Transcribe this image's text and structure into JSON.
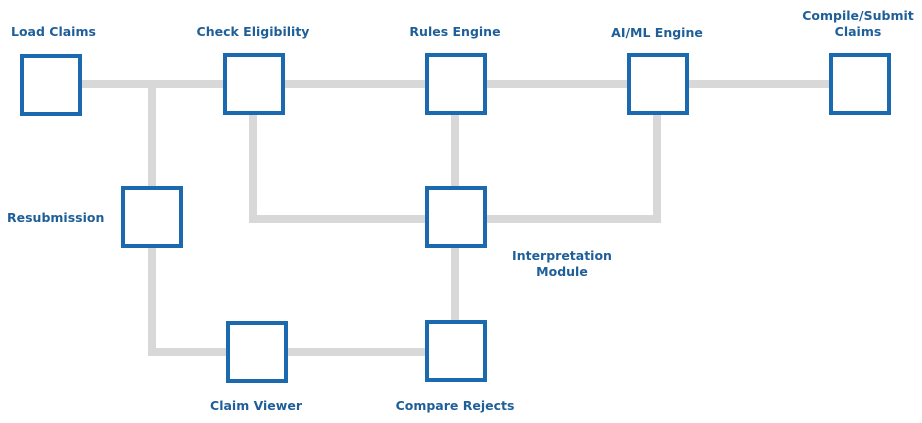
{
  "colors": {
    "node_border": "#1b6aaf",
    "connector": "#d8d8d8",
    "label_text": "#1f5f99"
  },
  "nodes": {
    "load_claims": {
      "label": "Load Claims"
    },
    "check_eligibility": {
      "label": "Check Eligibility"
    },
    "rules_engine": {
      "label": "Rules Engine"
    },
    "ai_ml_engine": {
      "label": "AI/ML Engine"
    },
    "compile_submit": {
      "label_line1": "Compile/Submit",
      "label_line2": "Claims"
    },
    "resubmission": {
      "label": "Resubmission"
    },
    "interpretation": {
      "label_line1": "Interpretation",
      "label_line2": "Module"
    },
    "claim_viewer": {
      "label": "Claim Viewer"
    },
    "compare_rejects": {
      "label": "Compare Rejects"
    }
  },
  "edges": [
    {
      "from": "Load Claims",
      "to": "Check Eligibility"
    },
    {
      "from": "Check Eligibility",
      "to": "Rules Engine"
    },
    {
      "from": "Rules Engine",
      "to": "AI/ML Engine"
    },
    {
      "from": "AI/ML Engine",
      "to": "Compile/Submit Claims"
    },
    {
      "from": "Load Claims",
      "to": "Resubmission"
    },
    {
      "from": "Check Eligibility",
      "to": "Interpretation Module"
    },
    {
      "from": "Rules Engine",
      "to": "Interpretation Module"
    },
    {
      "from": "AI/ML Engine",
      "to": "Interpretation Module"
    },
    {
      "from": "Interpretation Module",
      "to": "Compare Rejects"
    },
    {
      "from": "Resubmission",
      "to": "Claim Viewer"
    },
    {
      "from": "Claim Viewer",
      "to": "Compare Rejects"
    }
  ]
}
